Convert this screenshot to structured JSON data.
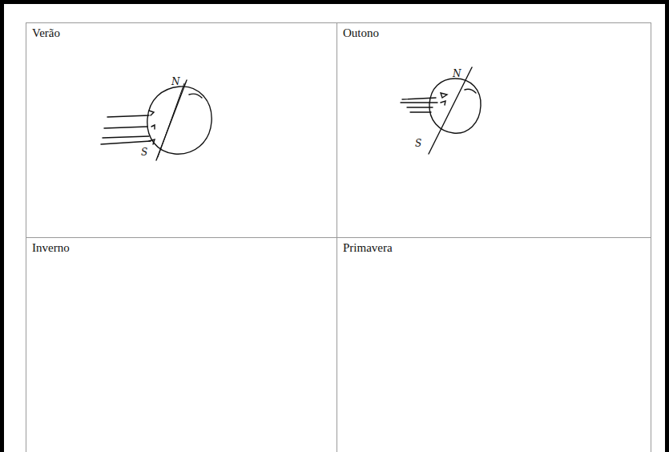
{
  "diagram": {
    "nodes": [
      {
        "text": [
          "Verão"
        ]
      },
      {
        "text": [
          "Outono"
        ]
      },
      {
        "text": [
          "Inverno"
        ]
      },
      {
        "text": [
          "Primavera"
        ]
      }
    ],
    "labels": [
      "N",
      "S",
      "N",
      "S"
    ]
  }
}
